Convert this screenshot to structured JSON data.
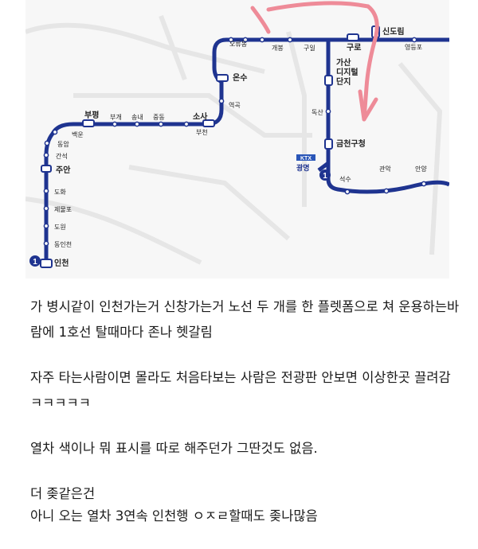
{
  "map": {
    "stations": {
      "sindorim": "신도림",
      "yeongdeungpo": "영등포",
      "guro": "구로",
      "guil": "구일",
      "gaebong": "개봉",
      "oryudong": "오류동",
      "onsu": "온수",
      "yeokgok": "역곡",
      "sosa": "소사",
      "bucheon": "부천",
      "jungdong": "중동",
      "songnae": "송내",
      "bugae": "부개",
      "bupyeong": "부평",
      "baegun": "백운",
      "dongam": "동암",
      "ganseok": "간석",
      "juan": "주안",
      "dohwa": "도화",
      "jemulpo": "제물포",
      "dowon": "도원",
      "dongincheon": "동인천",
      "incheon": "인천",
      "gasan_line1": "가산",
      "gasan_line2": "디지털",
      "gasan_line3": "단지",
      "doksan": "독산",
      "geumcheon": "금천구청",
      "gwangmyeong": "광명",
      "seoksu": "석수",
      "gwanak": "관악",
      "anyang": "안양"
    },
    "line_badge": "1",
    "ktx_label": "KTX",
    "colors": {
      "line1": "#1f3490",
      "arrow": "#ee8b98",
      "ktx": "#2a56b8",
      "station_fill": "#ffffff"
    }
  },
  "post": {
    "paragraph1": "가 병시같이 인천가는거 신창가는거 노선 두 개를 한 플렛폼으로 쳐 운용하는바람에 1호선 탈때마다 존나 헷갈림",
    "paragraph2": "자주 타는사람이면 몰라도 처음타보는 사람은 전광판 안보면 이상한곳 끌려감 ㅋㅋㅋㅋㅋ",
    "paragraph3": "열차 색이나 뭐 표시를 따로 해주던가 그딴것도 없음.",
    "paragraph4": "더 좆같은건",
    "paragraph5": "아니 오는 열차 3연속 인천행 ㅇㅈㄹ할때도 좆나많음"
  }
}
